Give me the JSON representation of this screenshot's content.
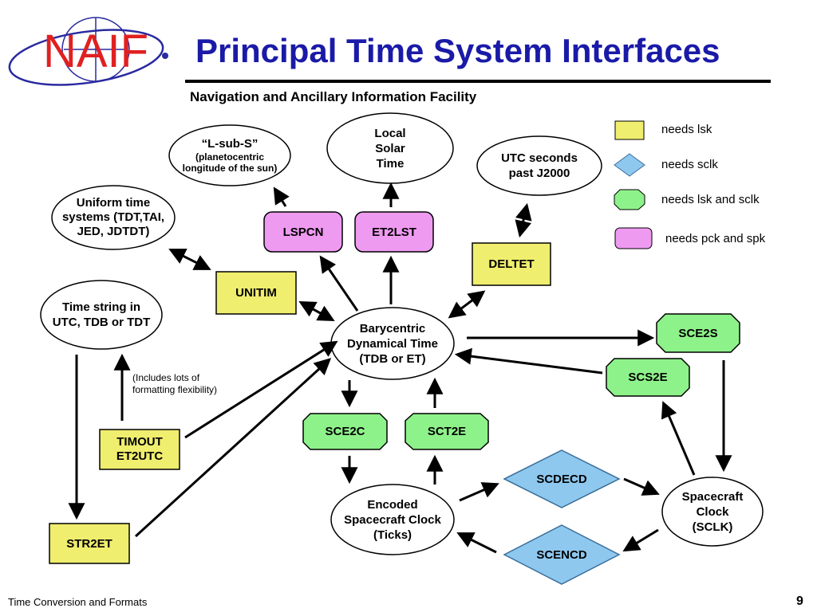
{
  "header": {
    "title": "Principal Time System Interfaces",
    "subtitle": "Navigation and Ancillary Information Facility"
  },
  "logo": {
    "text": "NAIF",
    "icon": "naif-orbit-logo"
  },
  "legend": {
    "items": [
      {
        "shape": "rectangle",
        "color": "#f0ee6e",
        "label": "needs lsk"
      },
      {
        "shape": "diamond",
        "color": "#8ec8ef",
        "label": "needs sclk"
      },
      {
        "shape": "octagon",
        "color": "#8ef28a",
        "label": "needs lsk and sclk"
      },
      {
        "shape": "rounded-rectangle",
        "color": "#ee9af0",
        "label": "needs pck and spk"
      }
    ]
  },
  "nodes": {
    "lsubs": {
      "line1": "“L-sub-S”",
      "line2": "(planetocentric",
      "line3": "longitude of the sun)"
    },
    "lst": {
      "line1": "Local",
      "line2": "Solar",
      "line3": "Time"
    },
    "utcsec": {
      "line1": "UTC seconds",
      "line2": "past J2000"
    },
    "uniform": {
      "line1": "Uniform time",
      "line2": "systems (TDT,TAI,",
      "line3": "JED, JDTDT)"
    },
    "timestr": {
      "line1": "Time string in",
      "line2": "UTC, TDB or TDT"
    },
    "tdb": {
      "line1": "Barycentric",
      "line2": "Dynamical Time",
      "line3": "(TDB or ET)"
    },
    "ticks": {
      "line1": "Encoded",
      "line2": "Spacecraft Clock",
      "line3": "(Ticks)"
    },
    "sclk": {
      "line1": "Spacecraft",
      "line2": "Clock",
      "line3": "(SCLK)"
    },
    "lspcn": "LSPCN",
    "et2lst": "ET2LST",
    "deltet": "DELTET",
    "unitim": "UNITIM",
    "timout": {
      "line1": "TIMOUT",
      "line2": "ET2UTC"
    },
    "str2et": "STR2ET",
    "sce2c": "SCE2C",
    "sct2e": "SCT2E",
    "sce2s": "SCE2S",
    "scs2e": "SCS2E",
    "scdecd": "SCDECD",
    "scencd": "SCENCD"
  },
  "note": {
    "line1": "(Includes lots of",
    "line2": "formatting flexibility)"
  },
  "footer": {
    "left": "Time Conversion and Formats",
    "page": "9"
  },
  "colors": {
    "title": "#1a1aa8",
    "logo_red": "#e02020",
    "logo_blue": "#2a2aa0",
    "yellow_box": "#f0ee6e",
    "blue_diamond": "#8ec8ef",
    "green_octagon": "#8ef28a",
    "pink_box": "#ee9af0"
  }
}
